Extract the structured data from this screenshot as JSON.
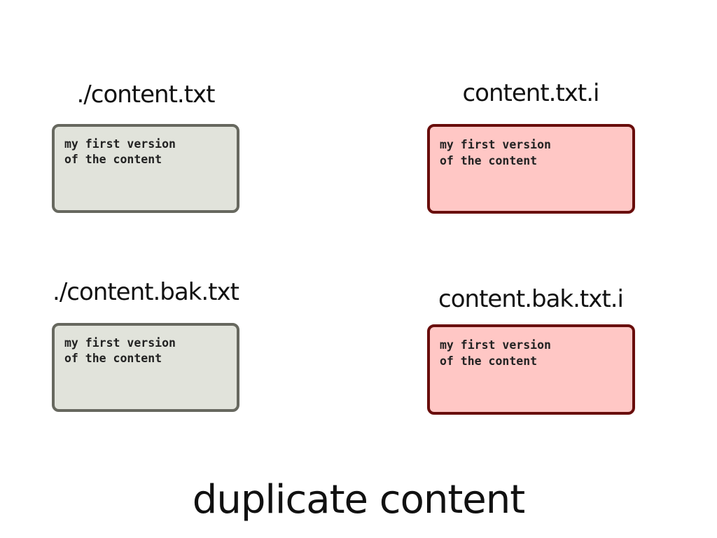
{
  "files": [
    {
      "label": "./content.txt",
      "lines": [
        "my first version",
        "of the content"
      ]
    },
    {
      "label": "./content.bak.txt",
      "lines": [
        "my first version",
        "of the content"
      ]
    }
  ],
  "index": [
    {
      "label": "content.txt.i",
      "lines": [
        "my first version",
        "of the content"
      ]
    },
    {
      "label": "content.bak.txt.i",
      "lines": [
        "my first version",
        "of the content"
      ]
    }
  ],
  "caption": "duplicate content",
  "colors": {
    "file_fill": "#e1e3db",
    "file_border": "#67685f",
    "index_fill": "#ffc7c5",
    "index_border": "#690d0b"
  }
}
